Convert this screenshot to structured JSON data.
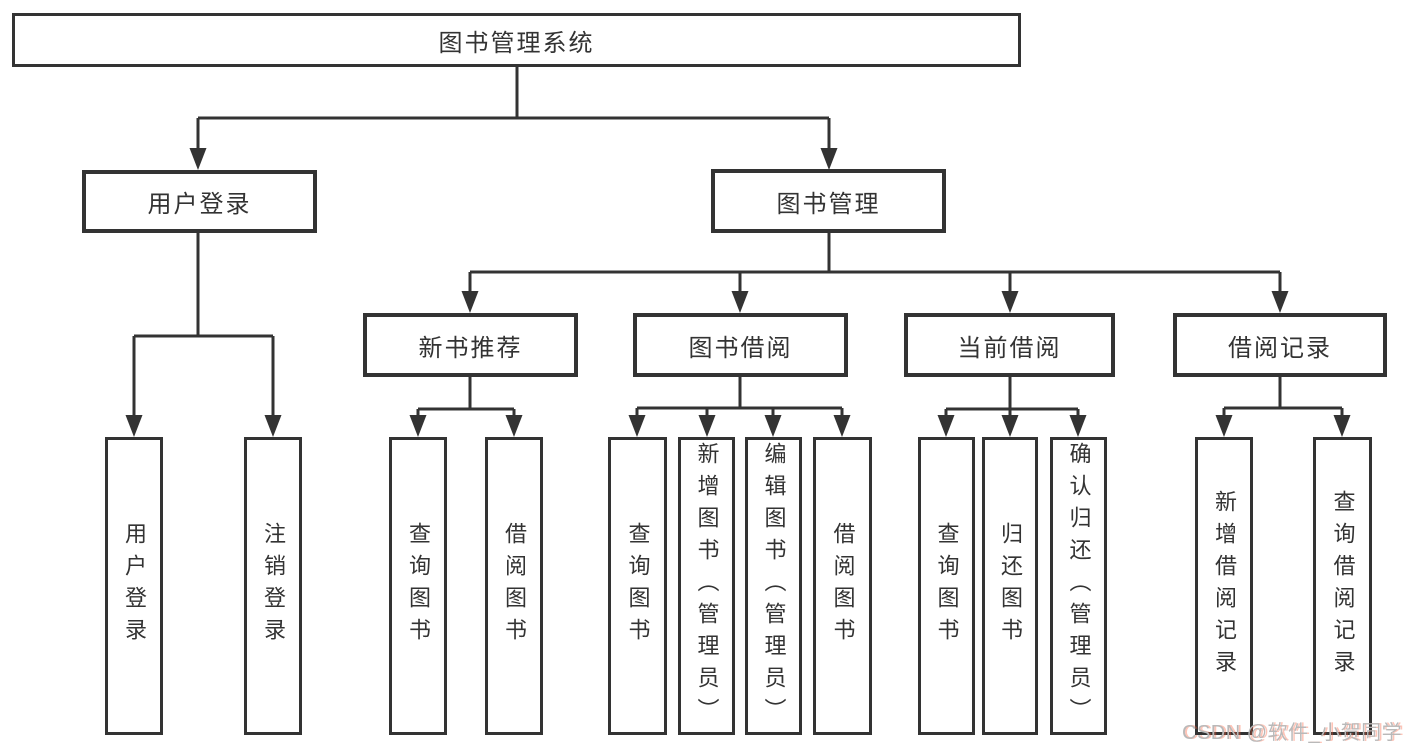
{
  "diagram": {
    "root": {
      "label": "图书管理系统"
    },
    "branches": [
      {
        "label": "用户登录",
        "children": [
          "用户登录",
          "注销登录"
        ]
      },
      {
        "label": "图书管理",
        "sections": [
          {
            "label": "新书推荐",
            "children": [
              "查询图书",
              "借阅图书"
            ]
          },
          {
            "label": "图书借阅",
            "children": [
              "查询图书",
              "新增图书（管理员）",
              "编辑图书（管理员）",
              "借阅图书"
            ]
          },
          {
            "label": "当前借阅",
            "children": [
              "查询图书",
              "归还图书",
              "确认归还（管理员）"
            ]
          },
          {
            "label": "借阅记录",
            "children": [
              "新增借阅记录",
              "查询借阅记录"
            ]
          }
        ]
      }
    ]
  },
  "watermark": {
    "text": "CSDN @软件_小贺同学"
  },
  "colors": {
    "line": "#333333",
    "text": "#333333",
    "background": "#ffffff",
    "watermark_gray": "#b9b9b9",
    "watermark_accent": "#fc5531"
  }
}
